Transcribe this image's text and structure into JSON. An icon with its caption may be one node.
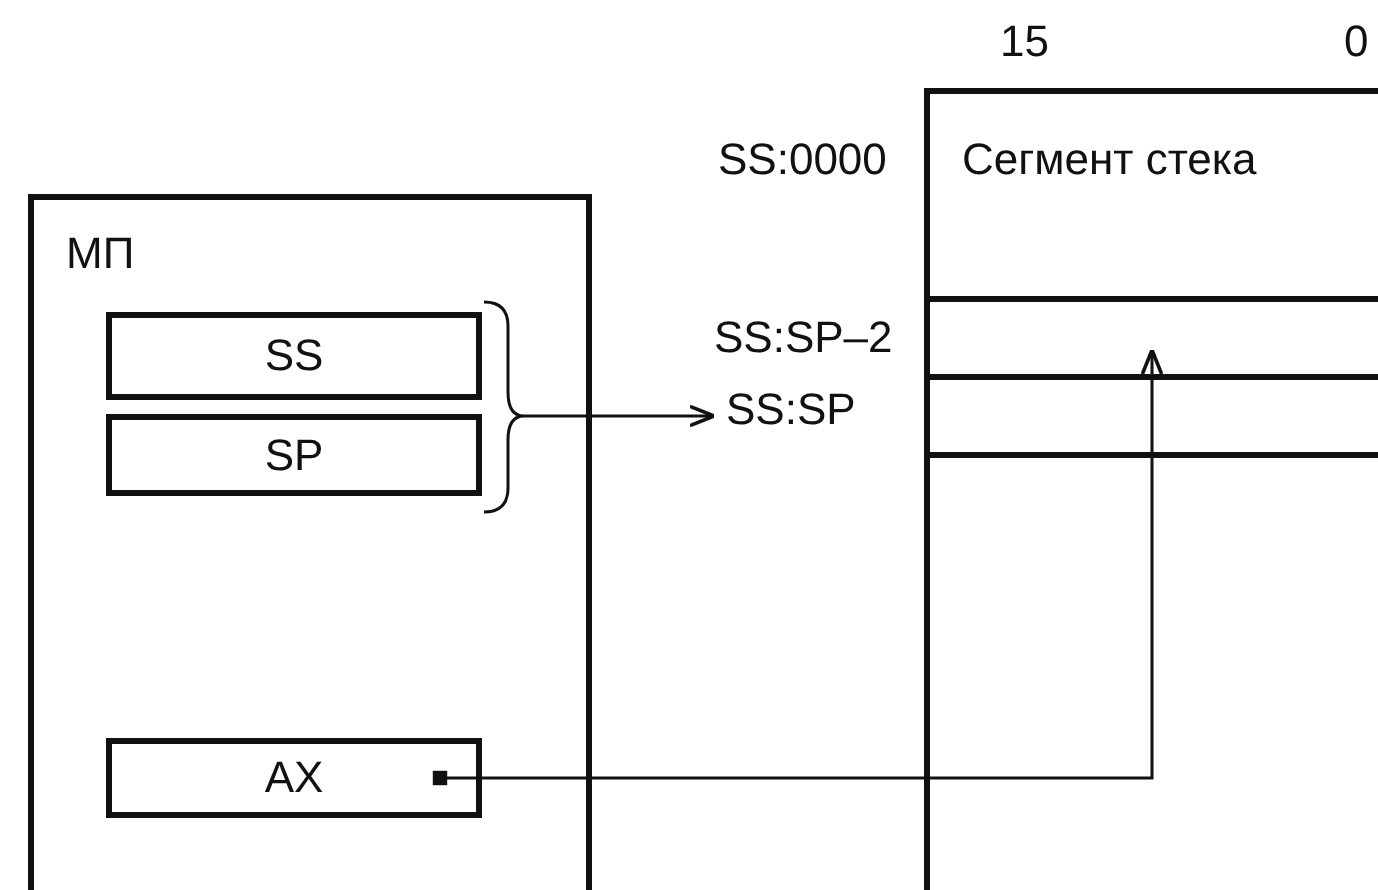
{
  "diagram": {
    "nodes": [
      {
        "text": [
          "МП"
        ]
      },
      {
        "text": [
          "SS"
        ],
        "in": 0
      },
      {
        "text": [
          "SP"
        ],
        "in": 0
      },
      {
        "text": [
          "AX"
        ],
        "in": 0
      },
      {
        "text": [
          "Сегмент стека"
        ],
        "beside": [
          "SS:0000"
        ]
      },
      {
        "text": [],
        "shape": "box",
        "in": 4,
        "beside": [
          "SS:SP–2"
        ]
      },
      {
        "text": [],
        "shape": "box",
        "in": 4,
        "beside": [
          "SS:SP"
        ]
      }
    ],
    "edges": [
      {
        "from": 1,
        "to": 6,
        "arrow": "to"
      },
      {
        "from": 2,
        "to": 6,
        "arrow": "to"
      },
      {
        "from": 3,
        "to": 5,
        "arrow": "to"
      }
    ],
    "labels": [
      "15",
      "0"
    ]
  }
}
